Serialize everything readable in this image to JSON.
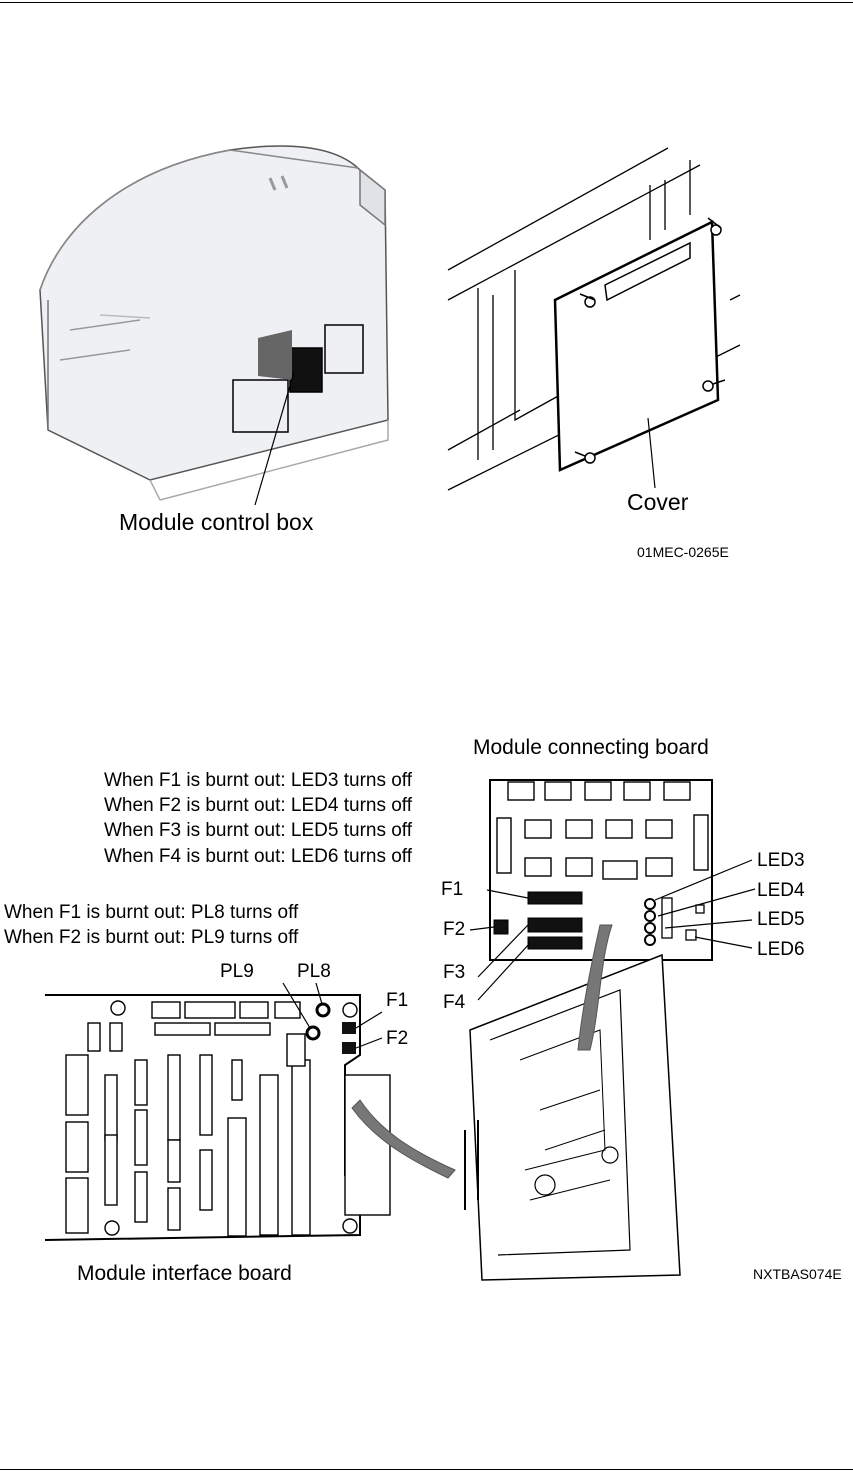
{
  "figure1": {
    "label_module_control_box": "Module control box",
    "label_cover": "Cover",
    "code": "01MEC-0265E"
  },
  "figure2": {
    "title_connecting_board": "Module connecting board",
    "connecting_notes": [
      "When F1 is burnt out: LED3 turns off",
      "When F2 is burnt out: LED4 turns off",
      "When F3 is burnt out: LED5 turns off",
      "When F4 is burnt out: LED6 turns off"
    ],
    "interface_notes": [
      "When F1 is burnt out: PL8 turns off",
      "When F2 is burnt out: PL9 turns off"
    ],
    "fuse_labels": {
      "f1": "F1",
      "f2": "F2",
      "f3": "F3",
      "f4": "F4"
    },
    "led_labels": {
      "led3": "LED3",
      "led4": "LED4",
      "led5": "LED5",
      "led6": "LED6"
    },
    "pilot_labels": {
      "pl9": "PL9",
      "pl8": "PL8"
    },
    "interface_fuse_labels": {
      "f1": "F1",
      "f2": "F2"
    },
    "title_interface_board": "Module interface board",
    "code": "NXTBAS074E"
  }
}
